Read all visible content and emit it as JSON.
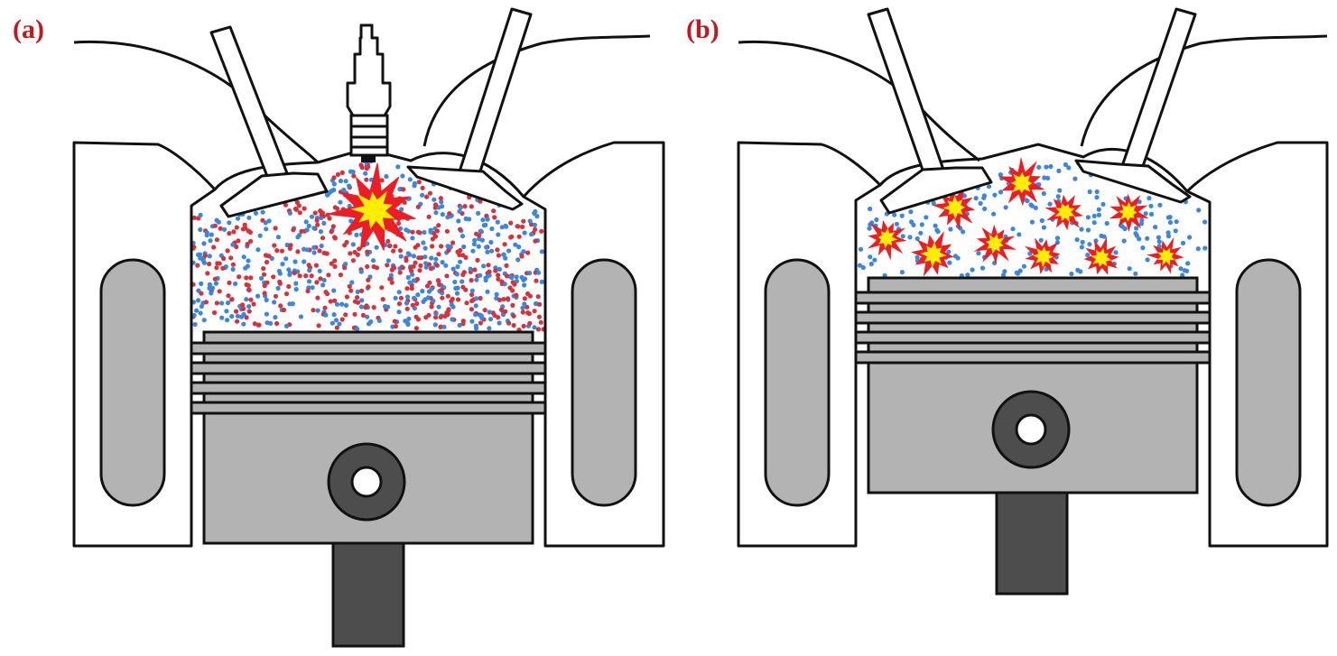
{
  "panels": [
    {
      "label": "(a)",
      "ignition": "spark-plug"
    },
    {
      "label": "(b)",
      "ignition": "multi-point-autoignition"
    }
  ],
  "colors": {
    "label": "#c8161d",
    "outline": "#111111",
    "piston": "#b3b3b3",
    "rod": "#4d4d4d",
    "fuel_particles": "#d9303a",
    "air_particles": "#3a86e0",
    "flame_outer": "#ee1c24",
    "flame_inner": "#ffee00"
  }
}
